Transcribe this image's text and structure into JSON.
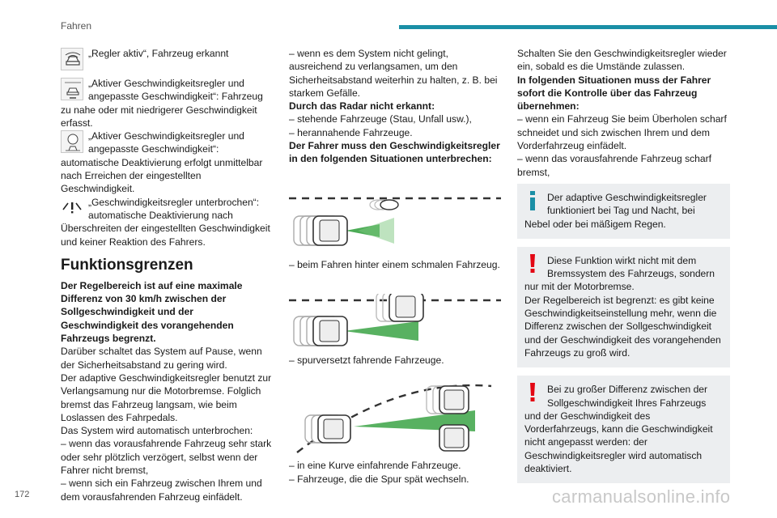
{
  "header": {
    "section": "Fahren"
  },
  "page_number": "172",
  "watermark": "carmanualsonline.info",
  "col1": {
    "icon_items": [
      {
        "icon": "radar-car-icon",
        "text": "„Regler aktiv“, Fahrzeug erkannt"
      },
      {
        "icon": "speed-adjust-icon",
        "text": "„Aktiver Geschwindigkeitsregler und angepasste Geschwindigkeit“: Fahrzeug zu nahe oder mit niedrigerer Geschwindigkeit erfasst."
      },
      {
        "icon": "auto-deactivation-icon",
        "text": "„Aktiver Geschwindigkeitsregler und angepasste Geschwindigkeit“: automatische Deaktivierung erfolgt unmittelbar nach Erreichen der eingestellten Geschwindigkeit."
      },
      {
        "icon": "warning-interrupt-icon",
        "text": "„Geschwindigkeitsregler unterbrochen“: automatische Deaktivierung nach Überschreiten der eingestellten Geschwindigkeit und keiner Reaktion des Fahrers."
      }
    ],
    "heading": "Funktionsgrenzen",
    "bold_para": "Der Regelbereich ist auf eine maximale Differenz von 30 km/h zwischen der Sollgeschwindigkeit und der Geschwindigkeit des vorangehenden Fahrzeugs begrenzt.",
    "lines": [
      "Darüber schaltet das System auf Pause, wenn der Sicherheitsabstand zu gering wird.",
      "Der adaptive Geschwindigkeitsregler benutzt zur Verlangsamung nur die Motorbremse. Folglich bremst das Fahrzeug langsam, wie beim Loslassen des Fahrpedals.",
      "Das System wird automatisch unterbrochen:",
      "–  wenn das vorausfahrende Fahrzeug sehr stark oder sehr plötzlich verzögert, selbst wenn der Fahrer nicht bremst,",
      "–  wenn sich ein Fahrzeug zwischen Ihrem und dem vorausfahrenden Fahrzeug einfädelt."
    ]
  },
  "col2": {
    "lines_top": [
      "–  wenn es dem System nicht gelingt, ausreichend zu verlangsamen, um den Sicherheitsabstand weiterhin zu halten, z. B. bei starkem Gefälle."
    ],
    "radar_bold": "Durch das Radar nicht erkannt:",
    "radar_items": [
      "–  stehende Fahrzeuge (Stau, Unfall usw.),",
      "–  herannahende Fahrzeuge."
    ],
    "interrupt_bold": "Der Fahrer muss den Geschwindigkeitsregler in den folgenden Situationen unterbrechen:",
    "captions": [
      "–  beim Fahren hinter einem schmalen Fahrzeug.",
      "–  spurversetzt fahrende Fahrzeuge.",
      "–  in eine Kurve einfahrende Fahrzeuge.",
      "–  Fahrzeuge, die die Spur spät wechseln."
    ]
  },
  "col3": {
    "intro": "Schalten Sie den Geschwindigkeitsregler wieder ein, sobald es die Umstände zulassen.",
    "takeover_bold": "In folgenden Situationen muss der Fahrer sofort die Kontrolle über das Fahrzeug übernehmen:",
    "takeover_items": [
      "–  wenn ein Fahrzeug Sie beim Überholen scharf schneidet und sich zwischen Ihrem und dem Vorderfahrzeug einfädelt.",
      "–  wenn das vorausfahrende Fahrzeug scharf bremst,"
    ],
    "notes": [
      {
        "icon": "info-icon",
        "paragraphs": [
          "Der adaptive Geschwindigkeitsregler funktioniert bei Tag und Nacht, bei Nebel oder bei mäßigem Regen."
        ]
      },
      {
        "icon": "warning-exclamation-icon",
        "paragraphs": [
          "Diese Funktion wirkt nicht mit dem Bremssystem des Fahrzeugs, sondern nur mit der Motorbremse.",
          "Der Regelbereich ist begrenzt: es gibt keine Geschwindigkeitseinstellung mehr, wenn die Differenz zwischen der Sollgeschwindigkeit und der Geschwindigkeit des vorangehenden Fahrzeugs zu groß wird."
        ]
      },
      {
        "icon": "warning-exclamation-icon",
        "paragraphs": [
          "Bei zu großer Differenz zwischen der Sollgeschwindigkeit Ihres Fahrzeugs und der Geschwindigkeit des Vorderfahrzeugs, kann die Geschwindigkeit nicht angepasst werden: der Geschwindigkeitsregler wird automatisch deaktiviert."
        ]
      }
    ]
  },
  "colors": {
    "accent": "#1a8fa6",
    "info": "#1a8fa6",
    "warning": "#e30613",
    "note_bg": "#eceef0",
    "radar_green": "#2e9e3a"
  }
}
